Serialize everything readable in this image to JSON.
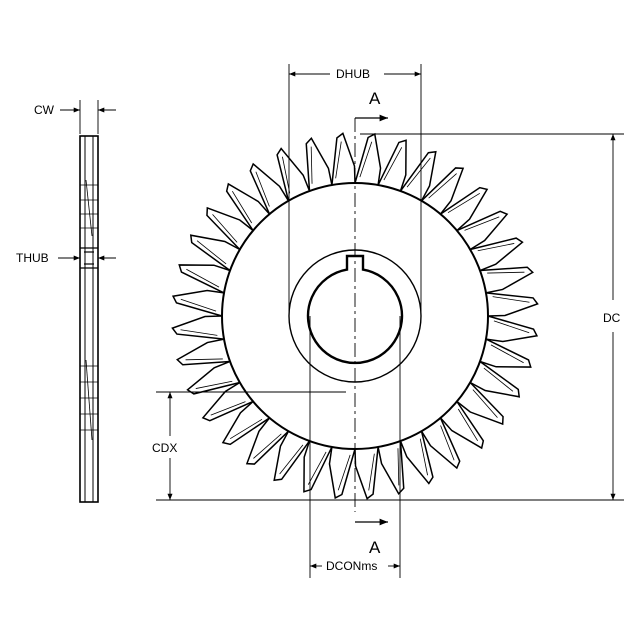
{
  "labels": {
    "cw": "CW",
    "thub": "THUB",
    "dhub": "DHUB",
    "dc": "DC",
    "cdx": "CDX",
    "dcon": "DCONms",
    "section_top": "A",
    "section_bottom": "A"
  },
  "cutter": {
    "teeth": 36
  },
  "colors": {
    "line": "#000000",
    "background": "#ffffff"
  }
}
